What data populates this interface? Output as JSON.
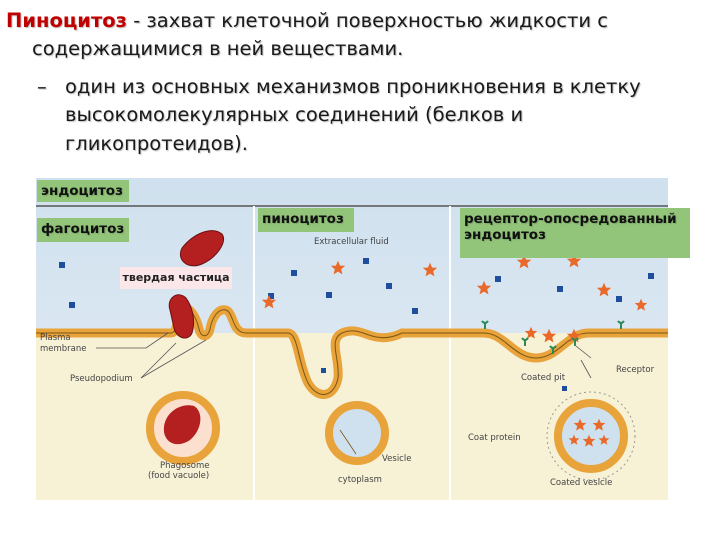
{
  "heading": {
    "term": "Пиноцитоз",
    "line1_rest": " - захват клеточной поверхностью жидкости с",
    "line2": "содержащимися в ней веществами.",
    "dash": "–",
    "sub_line1": "один из основных механизмов проникновения в клетку",
    "sub_line2": "высокомолекулярных соединений (белков и",
    "sub_line3": "гликопротеидов)."
  },
  "tags": {
    "endocytosis": "эндоцитоз",
    "phagocytosis": "фагоцитоз",
    "pinocytosis": "пиноцитоз",
    "receptor_mediated_line1": "рецептор-опосредованный",
    "receptor_mediated_line2": "эндоцитоз",
    "solid_particle": "твердая частица"
  },
  "diagram": {
    "extracellular_fluid": "Extracellular fluid",
    "plasma_membrane_1": "Plasma",
    "plasma_membrane_2": "membrane",
    "pseudopodium": "Pseudopodium",
    "phagosome_1": "Phagosome",
    "phagosome_2": "(food vacuole)",
    "vesicle": "Vesicle",
    "cytoplasm": "cytoplasm",
    "coated_pit": "Coated pit",
    "receptor": "Receptor",
    "coat_protein": "Coat protein",
    "coated_vesicle": "Coated vesicle"
  },
  "colors": {
    "term_red": "#c00000",
    "tag_green": "#92c47a",
    "membrane": "#e8a33a",
    "particle": "#b3201f",
    "star": "#e8692a",
    "dot": "#1f4e9c"
  }
}
